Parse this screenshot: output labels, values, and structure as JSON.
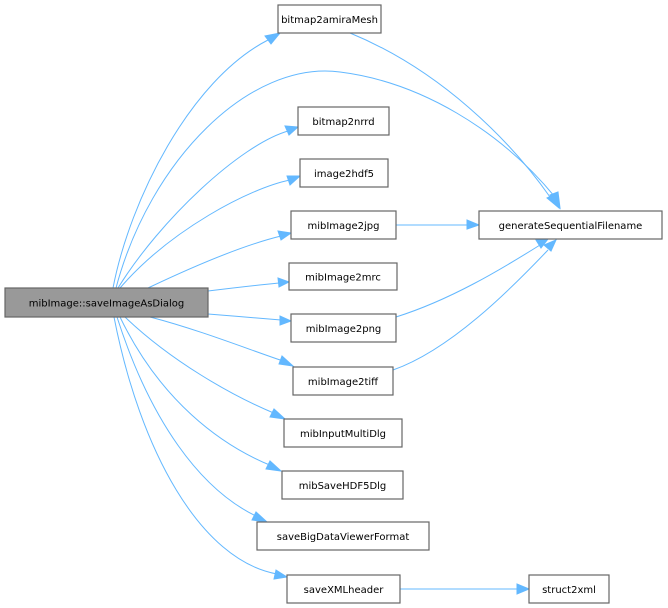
{
  "diagram": {
    "type": "call-graph",
    "edge_color": "#63b8ff",
    "node_border_color": "#666666",
    "root_fill_color": "#999999",
    "nodes": [
      {
        "id": "root",
        "label": "mibImage::saveImageAsDialog",
        "root": true
      },
      {
        "id": "bitmap2amiraMesh",
        "label": "bitmap2amiraMesh"
      },
      {
        "id": "bitmap2nrrd",
        "label": "bitmap2nrrd"
      },
      {
        "id": "image2hdf5",
        "label": "image2hdf5"
      },
      {
        "id": "mibImage2jpg",
        "label": "mibImage2jpg"
      },
      {
        "id": "mibImage2mrc",
        "label": "mibImage2mrc"
      },
      {
        "id": "mibImage2png",
        "label": "mibImage2png"
      },
      {
        "id": "mibImage2tiff",
        "label": "mibImage2tiff"
      },
      {
        "id": "mibInputMultiDlg",
        "label": "mibInputMultiDlg"
      },
      {
        "id": "mibSaveHDF5Dlg",
        "label": "mibSaveHDF5Dlg"
      },
      {
        "id": "saveBigDataViewerFormat",
        "label": "saveBigDataViewerFormat"
      },
      {
        "id": "saveXMLheader",
        "label": "saveXMLheader"
      },
      {
        "id": "generateSequentialFilename",
        "label": "generateSequentialFilename"
      },
      {
        "id": "struct2xml",
        "label": "struct2xml"
      }
    ],
    "edges": [
      {
        "from": "root",
        "to": "bitmap2amiraMesh"
      },
      {
        "from": "root",
        "to": "generateSequentialFilename"
      },
      {
        "from": "root",
        "to": "bitmap2nrrd"
      },
      {
        "from": "root",
        "to": "image2hdf5"
      },
      {
        "from": "root",
        "to": "mibImage2jpg"
      },
      {
        "from": "root",
        "to": "mibImage2mrc"
      },
      {
        "from": "root",
        "to": "mibImage2png"
      },
      {
        "from": "root",
        "to": "mibImage2tiff"
      },
      {
        "from": "root",
        "to": "mibInputMultiDlg"
      },
      {
        "from": "root",
        "to": "mibSaveHDF5Dlg"
      },
      {
        "from": "root",
        "to": "saveBigDataViewerFormat"
      },
      {
        "from": "root",
        "to": "saveXMLheader"
      },
      {
        "from": "bitmap2amiraMesh",
        "to": "generateSequentialFilename"
      },
      {
        "from": "mibImage2jpg",
        "to": "generateSequentialFilename"
      },
      {
        "from": "mibImage2png",
        "to": "generateSequentialFilename"
      },
      {
        "from": "mibImage2tiff",
        "to": "generateSequentialFilename"
      },
      {
        "from": "saveXMLheader",
        "to": "struct2xml"
      }
    ]
  }
}
